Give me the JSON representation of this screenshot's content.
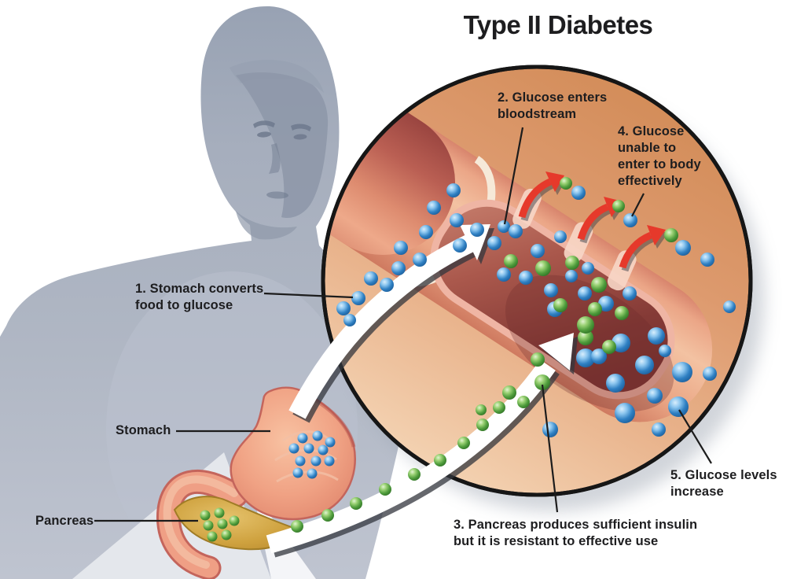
{
  "title": "Type II Diabetes",
  "labels": {
    "step1": "1. Stomach converts\nfood to glucose",
    "step2": "2. Glucose enters\nbloodstream",
    "step3": "3. Pancreas produces sufficient insulin\nbut it is resistant to effective use",
    "step4": "4. Glucose\nunable to\nenter to body\neffectively",
    "step5": "5. Glucose levels\nincrease",
    "stomach": "Stomach",
    "pancreas": "Pancreas"
  },
  "colors": {
    "glucose_dot": "#2f80c3",
    "insulin_dot": "#4f9c3c",
    "red_arrow": "#e6392b",
    "circle_outline": "#161616",
    "text": "#1d1d1f",
    "circle_fill_top": "#d18a55",
    "circle_fill_bottom": "#f6d9ba",
    "silhouette": "#a9b1c0"
  },
  "dots": [
    {
      "name": "glucose-in-stomach",
      "type": "glucose",
      "points": [
        [
          385,
          557
        ],
        [
          404,
          554
        ],
        [
          420,
          562
        ],
        [
          374,
          570
        ],
        [
          393,
          570
        ],
        [
          411,
          572
        ],
        [
          382,
          586
        ],
        [
          402,
          586
        ],
        [
          419,
          586
        ],
        [
          379,
          601
        ],
        [
          397,
          602
        ]
      ]
    },
    {
      "name": "insulin-in-pancreas",
      "type": "insulin",
      "points": [
        [
          261,
          655
        ],
        [
          279,
          652
        ],
        [
          265,
          668
        ],
        [
          283,
          666
        ],
        [
          298,
          662
        ],
        [
          270,
          682
        ],
        [
          288,
          680
        ]
      ]
    },
    {
      "name": "glucose-to-vessel",
      "type": "glucose",
      "points": [
        [
          437,
          392,
          9
        ],
        [
          456,
          379,
          9
        ],
        [
          445,
          407,
          8
        ],
        [
          472,
          354,
          9
        ],
        [
          492,
          362,
          9
        ],
        [
          507,
          341,
          9
        ],
        [
          510,
          315,
          9
        ],
        [
          534,
          330,
          9
        ],
        [
          542,
          295,
          9
        ],
        [
          552,
          264,
          9
        ],
        [
          577,
          242,
          9
        ],
        [
          581,
          280,
          9
        ],
        [
          585,
          312,
          9
        ]
      ]
    },
    {
      "name": "insulin-to-vessel",
      "type": "insulin",
      "points": [
        [
          378,
          669,
          8
        ],
        [
          417,
          655,
          8
        ],
        [
          453,
          640,
          8
        ],
        [
          490,
          622,
          8
        ],
        [
          527,
          603,
          8
        ],
        [
          560,
          585,
          8
        ],
        [
          590,
          563,
          8
        ],
        [
          614,
          540,
          8
        ],
        [
          612,
          521,
          7
        ],
        [
          635,
          518,
          8
        ],
        [
          648,
          499,
          9
        ],
        [
          666,
          511,
          8
        ],
        [
          684,
          457,
          9
        ],
        [
          690,
          486,
          10
        ]
      ]
    },
    {
      "name": "glucose-in-vessel",
      "type": "glucose",
      "points": [
        [
          641,
          288,
          8
        ],
        [
          607,
          292,
          9
        ],
        [
          629,
          309,
          9
        ],
        [
          656,
          294,
          9
        ],
        [
          684,
          319,
          9
        ],
        [
          713,
          301,
          8
        ],
        [
          641,
          349,
          9
        ],
        [
          669,
          353,
          9
        ],
        [
          701,
          369,
          9
        ],
        [
          727,
          351,
          8
        ],
        [
          706,
          393,
          10
        ],
        [
          744,
          373,
          9
        ],
        [
          771,
          386,
          10
        ],
        [
          801,
          373,
          9
        ],
        [
          748,
          341,
          8
        ],
        [
          745,
          455,
          12
        ],
        [
          762,
          453,
          10
        ],
        [
          790,
          436,
          12
        ],
        [
          835,
          427,
          11
        ],
        [
          846,
          446,
          8
        ],
        [
          820,
          464,
          12
        ],
        [
          783,
          487,
          12
        ],
        [
          868,
          473,
          13
        ],
        [
          903,
          475,
          9
        ],
        [
          833,
          503,
          10
        ],
        [
          795,
          525,
          13
        ],
        [
          863,
          517,
          13
        ],
        [
          838,
          546,
          9
        ],
        [
          900,
          330,
          9
        ],
        [
          928,
          390,
          8
        ],
        [
          700,
          546,
          10
        ]
      ]
    },
    {
      "name": "insulin-in-vessel",
      "type": "insulin",
      "points": [
        [
          650,
          332,
          9
        ],
        [
          691,
          341,
          10
        ],
        [
          728,
          334,
          9
        ],
        [
          762,
          362,
          10
        ],
        [
          713,
          388,
          9
        ],
        [
          757,
          393,
          9
        ],
        [
          791,
          398,
          9
        ],
        [
          745,
          429,
          10
        ],
        [
          775,
          441,
          9
        ],
        [
          745,
          413,
          11
        ]
      ]
    },
    {
      "name": "insulin-leaving-vessel",
      "type": "insulin",
      "points": [
        [
          720,
          233,
          8
        ],
        [
          787,
          262,
          8
        ],
        [
          854,
          299,
          9
        ]
      ]
    },
    {
      "name": "glucose-leaving-vessel",
      "type": "glucose",
      "points": [
        [
          736,
          245,
          9
        ],
        [
          802,
          280,
          9
        ],
        [
          869,
          315,
          10
        ]
      ]
    }
  ]
}
